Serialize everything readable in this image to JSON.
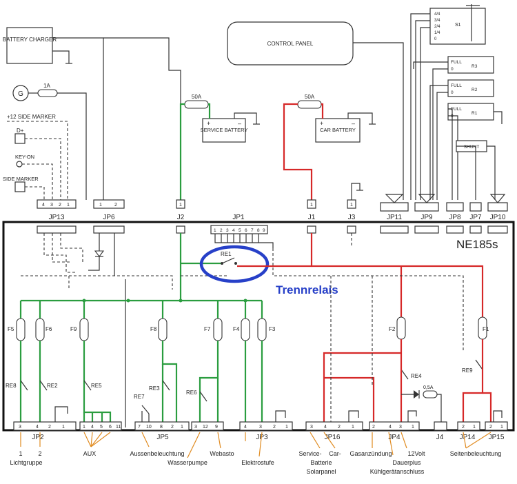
{
  "colors": {
    "accent_blue": "#2740c8",
    "wire_green": "#2a9d3f",
    "wire_red": "#d62828",
    "line_black": "#333333"
  },
  "top": {
    "battery_charger": "BATTERY CHARGER",
    "control_panel": "CONTROL PANEL",
    "generator_symbol": "G",
    "generator_fuse": "1A",
    "side_marker_12": "+12 SIDE MARKER",
    "d_plus": "D+",
    "key_on": "KEY-ON",
    "side_marker": "SIDE MARKER",
    "service_fuse": "50A",
    "service_battery": "SERVICE BATTERY",
    "car_fuse": "50A",
    "car_battery": "CAR BATTERY",
    "s1": "S1",
    "s1_levels": [
      "4/4",
      "3/4",
      "2/4",
      "1/4",
      "0"
    ],
    "tanks": [
      {
        "label": "R3",
        "full": "FULL",
        "empty": "0"
      },
      {
        "label": "R2",
        "full": "FULL",
        "empty": "0"
      },
      {
        "label": "R1",
        "full": "FULL",
        "empty": "0"
      }
    ],
    "shunt": "SHUNT",
    "plus_sign": "+",
    "minus_sign": "–"
  },
  "connectors_top": {
    "jp13_pins": [
      "4",
      "3",
      "2",
      "1"
    ],
    "jp6_pins": [
      "1",
      "2"
    ],
    "j2_pin": "1",
    "j1_pin": "1",
    "j3_pin": "1",
    "jp1_pins": [
      "1",
      "2",
      "3",
      "4",
      "5",
      "6",
      "7",
      "8",
      "9"
    ],
    "labels": [
      "JP13",
      "JP6",
      "J2",
      "JP1",
      "J1",
      "J3",
      "JP11",
      "JP9",
      "JP8",
      "JP7",
      "JP10"
    ]
  },
  "module": {
    "name": "NE185s",
    "relay": "RE1",
    "relay_callout": "Trennrelais"
  },
  "fuses": [
    "F5",
    "F6",
    "F9",
    "F8",
    "F7",
    "F4",
    "F3",
    "F2",
    "F1"
  ],
  "fuse_f4_label": "0,5A",
  "relays": [
    "RE8",
    "RE2",
    "RE5",
    "RE7",
    "RE3",
    "RE6",
    "RE4",
    "RE9"
  ],
  "connectors_bottom": {
    "jp2_pins": [
      "3",
      "4",
      "2",
      "1"
    ],
    "aux_pins": [
      "1",
      "4",
      "5",
      "6",
      "11"
    ],
    "jp5_pins": [
      "7",
      "10",
      "8",
      "2",
      "1"
    ],
    "wp_pins": [
      "3",
      "12",
      "9"
    ],
    "jp3_pins": [
      "4",
      "3",
      "2",
      "1"
    ],
    "jp16_pins": [
      "3",
      "4",
      "2",
      "1"
    ],
    "jp4_pins": [
      "2",
      "4",
      "3",
      "1"
    ],
    "jp14_pins": [
      "2",
      "1"
    ],
    "jp15_pins": [
      "2",
      "1"
    ],
    "labels": [
      "JP2",
      "JP5",
      "JP3",
      "JP16",
      "JP4",
      "J4",
      "JP14",
      "JP15"
    ]
  },
  "legend_bottom": {
    "pin1": "1",
    "pin2": "2",
    "lichtgruppe": "Lichtgruppe",
    "aux": "AUX",
    "aussen": "Aussenbeleuchtung",
    "wasser": "Wasserpumpe",
    "webasto": "Webasto",
    "elektro": "Elektrostufe",
    "service": "Service-",
    "batterie": "Batterie",
    "car": "Car-",
    "solarpanel": "Solarpanel",
    "gas": "Gasanzündung",
    "zwoelf": "12Volt",
    "dauer": "Dauerplus",
    "kuehl": "Kühlgerätanschluss",
    "seiten": "Seitenbeleuchtung"
  }
}
